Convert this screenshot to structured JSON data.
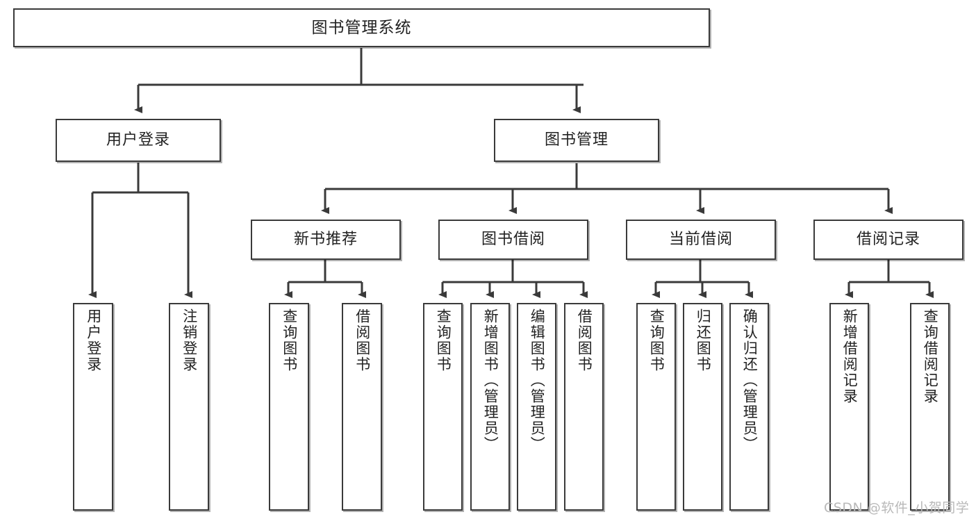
{
  "diagram": {
    "title": "图书管理系统",
    "type": "function-structure-tree",
    "stroke_color": "#3a3a3a",
    "fill_color": "#ffffff",
    "text_color": "#222222"
  },
  "nodes": {
    "root": {
      "label": "图书管理系统"
    },
    "level2": [
      {
        "label": "用户登录"
      },
      {
        "label": "图书管理"
      }
    ],
    "level3": [
      {
        "label": "新书推荐"
      },
      {
        "label": "图书借阅"
      },
      {
        "label": "当前借阅"
      },
      {
        "label": "借阅记录"
      }
    ],
    "leaves_user_login": [
      {
        "label": "用户登录"
      },
      {
        "label": "注销登录"
      }
    ],
    "leaves_new_book": [
      {
        "label": "查询图书"
      },
      {
        "label": "借阅图书"
      }
    ],
    "leaves_borrow": [
      {
        "label": "查询图书"
      },
      {
        "label": "新增图书（管理员）"
      },
      {
        "label": "编辑图书（管理员）"
      },
      {
        "label": "借阅图书"
      }
    ],
    "leaves_current": [
      {
        "label": "查询图书"
      },
      {
        "label": "归还图书"
      },
      {
        "label": "确认归还（管理员）"
      }
    ],
    "leaves_record": [
      {
        "label": "新增借阅记录"
      },
      {
        "label": "查询借阅记录"
      }
    ]
  },
  "watermark": {
    "text": "CSDN @软件_小贺同学"
  }
}
